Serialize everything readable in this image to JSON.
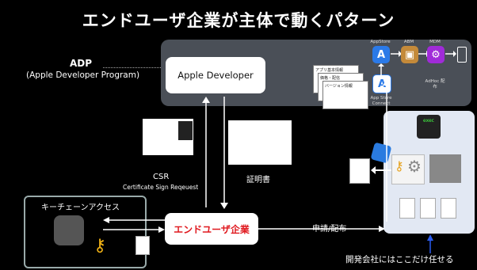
{
  "title": "エンドユーザ企業が主体で動くパターン",
  "adp": {
    "label": "ADP",
    "subtitle": "(Apple Developer Program)"
  },
  "apple_developer": "Apple Developer",
  "docs": [
    "アプリ基本情報",
    "価格・配信",
    "バージョン情報"
  ],
  "apps": {
    "appstore": "AppStore",
    "abm": "ABM",
    "mdm": "MDM",
    "connect": "App Store Connect",
    "adhoc": "AdHoc 配布"
  },
  "exec_label": "exec",
  "csr": {
    "label": "CSR",
    "sublabel": "Certificate Sign Reqeuest"
  },
  "certificate": "証明書",
  "keychain": "キーチェーンアクセス",
  "end_user": "エンドユーザ企業",
  "apply_distribute": "申請/配布",
  "dev_company": "開発会社にはここだけ任せる",
  "colors": {
    "accent": "#e0191f",
    "panel": "#4a4f57",
    "right_panel": "#e2e8f3"
  }
}
